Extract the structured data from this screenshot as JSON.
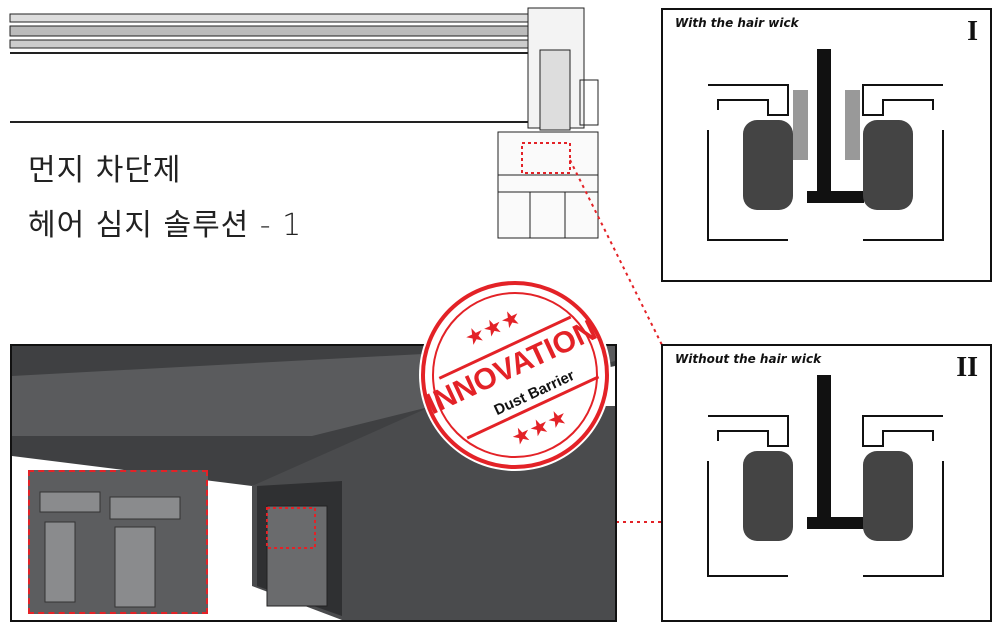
{
  "title": {
    "line1": "먼지 차단제",
    "line2": "헤어 심지 솔루션 - 1"
  },
  "panel_top": {
    "caption": "With the hair wick",
    "numeral": "I"
  },
  "panel_bottom": {
    "caption": "Without the hair wick",
    "numeral": "II"
  },
  "stamp": {
    "main": "INNOVATION",
    "sub": "Dust Barrier"
  },
  "colors": {
    "accent": "#e32227",
    "frame": "#111111",
    "photo": "#4a4b4d"
  }
}
